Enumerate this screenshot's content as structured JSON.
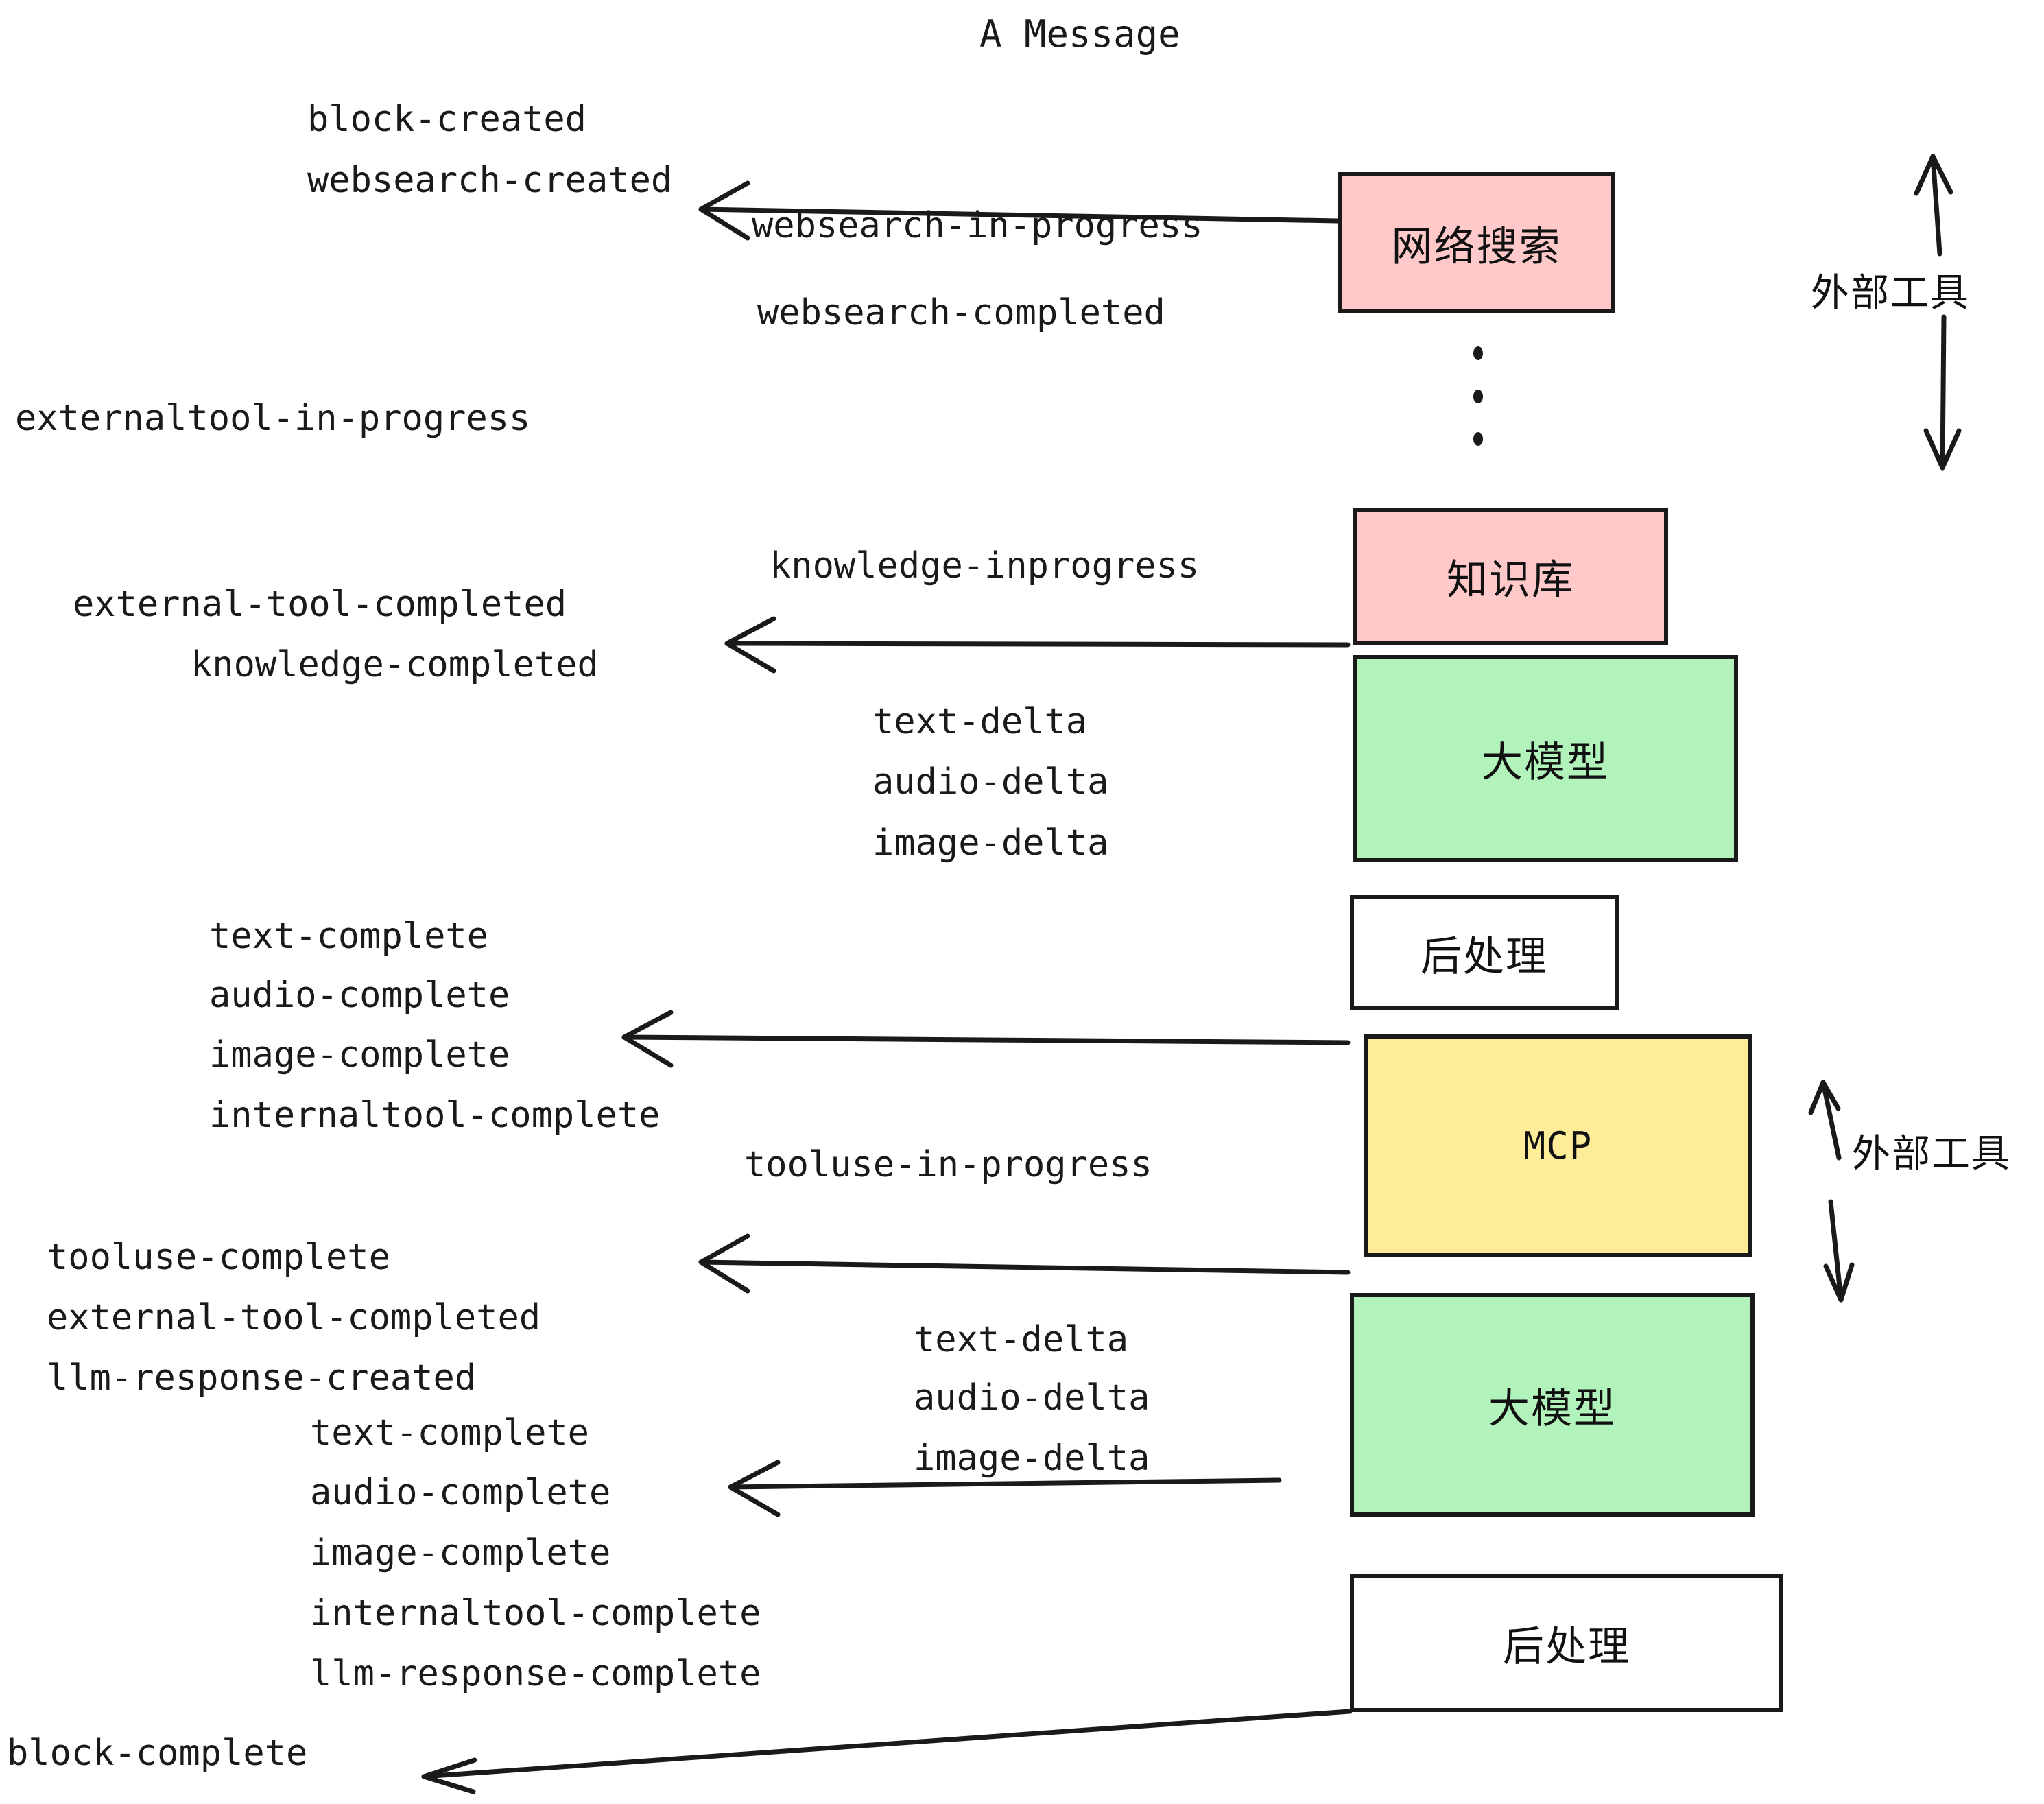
{
  "title": "A Message",
  "colors": {
    "pink": "#FFC9C9",
    "green": "#B2F2BB",
    "yellow": "#FFEC99",
    "white": "#FFFFFF",
    "stroke": "#1A1A1A"
  },
  "boxes": [
    {
      "id": "websearch",
      "label": "网络搜索",
      "fill": "#FFC9C9"
    },
    {
      "id": "knowledge",
      "label": "知识库",
      "fill": "#FFC9C9"
    },
    {
      "id": "llm-top",
      "label": "大模型",
      "fill": "#B2F2BB"
    },
    {
      "id": "postprocess-top",
      "label": "后处理",
      "fill": "#FFFFFF"
    },
    {
      "id": "mcp",
      "label": "MCP",
      "fill": "#FFEC99"
    },
    {
      "id": "llm-bottom",
      "label": "大模型",
      "fill": "#B2F2BB"
    },
    {
      "id": "postprocess-bottom",
      "label": "后处理",
      "fill": "#FFFFFF"
    }
  ],
  "side_labels": [
    {
      "id": "external-tools-top",
      "text": "外部工具"
    },
    {
      "id": "external-tools-bottom",
      "text": "外部工具"
    }
  ],
  "events": {
    "block_created": "block-created",
    "websearch_created": "websearch-created",
    "websearch_in_progress": "websearch-in-progress",
    "websearch_completed": "websearch-completed",
    "externaltool_in_progress": "externaltool-in-progress",
    "knowledge_inprogress": "knowledge-inprogress",
    "external_tool_completed_1": "external-tool-completed",
    "knowledge_completed": "knowledge-completed",
    "text_delta_1": "text-delta",
    "audio_delta_1": "audio-delta",
    "image_delta_1": "image-delta",
    "text_complete_1": "text-complete",
    "audio_complete_1": "audio-complete",
    "image_complete_1": "image-complete",
    "internaltool_complete_1": "internaltool-complete",
    "tooluse_in_progress": "tooluse-in-progress",
    "tooluse_complete": "tooluse-complete",
    "external_tool_completed_2": "external-tool-completed",
    "llm_response_created": "llm-response-created",
    "text_delta_2": "text-delta",
    "audio_delta_2": "audio-delta",
    "image_delta_2": "image-delta",
    "text_complete_2": "text-complete",
    "audio_complete_2": "audio-complete",
    "image_complete_2": "image-complete",
    "internaltool_complete_2": "internaltool-complete",
    "llm_response_complete": "llm-response-complete",
    "block_complete": "block-complete"
  }
}
